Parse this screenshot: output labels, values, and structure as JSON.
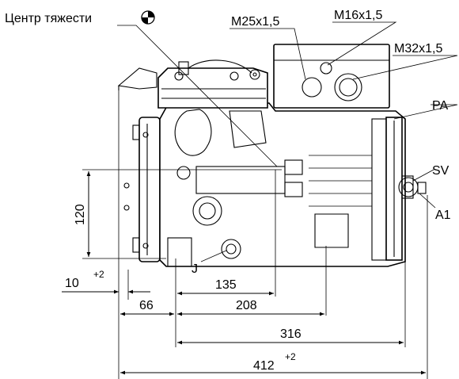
{
  "labels": {
    "center_of_gravity": "Центр тяжести",
    "thread_m25": "M25x1,5",
    "thread_m16": "M16x1,5",
    "thread_m32": "M32x1,5",
    "pa": "PA",
    "sv": "SV",
    "a1": "A1",
    "j": "J"
  },
  "dimensions": {
    "d120": "120",
    "d10": "10",
    "d10_tol": "+2",
    "d135": "135",
    "d66": "66",
    "d208": "208",
    "d316": "316",
    "d412": "412",
    "d412_tol": "+2"
  }
}
